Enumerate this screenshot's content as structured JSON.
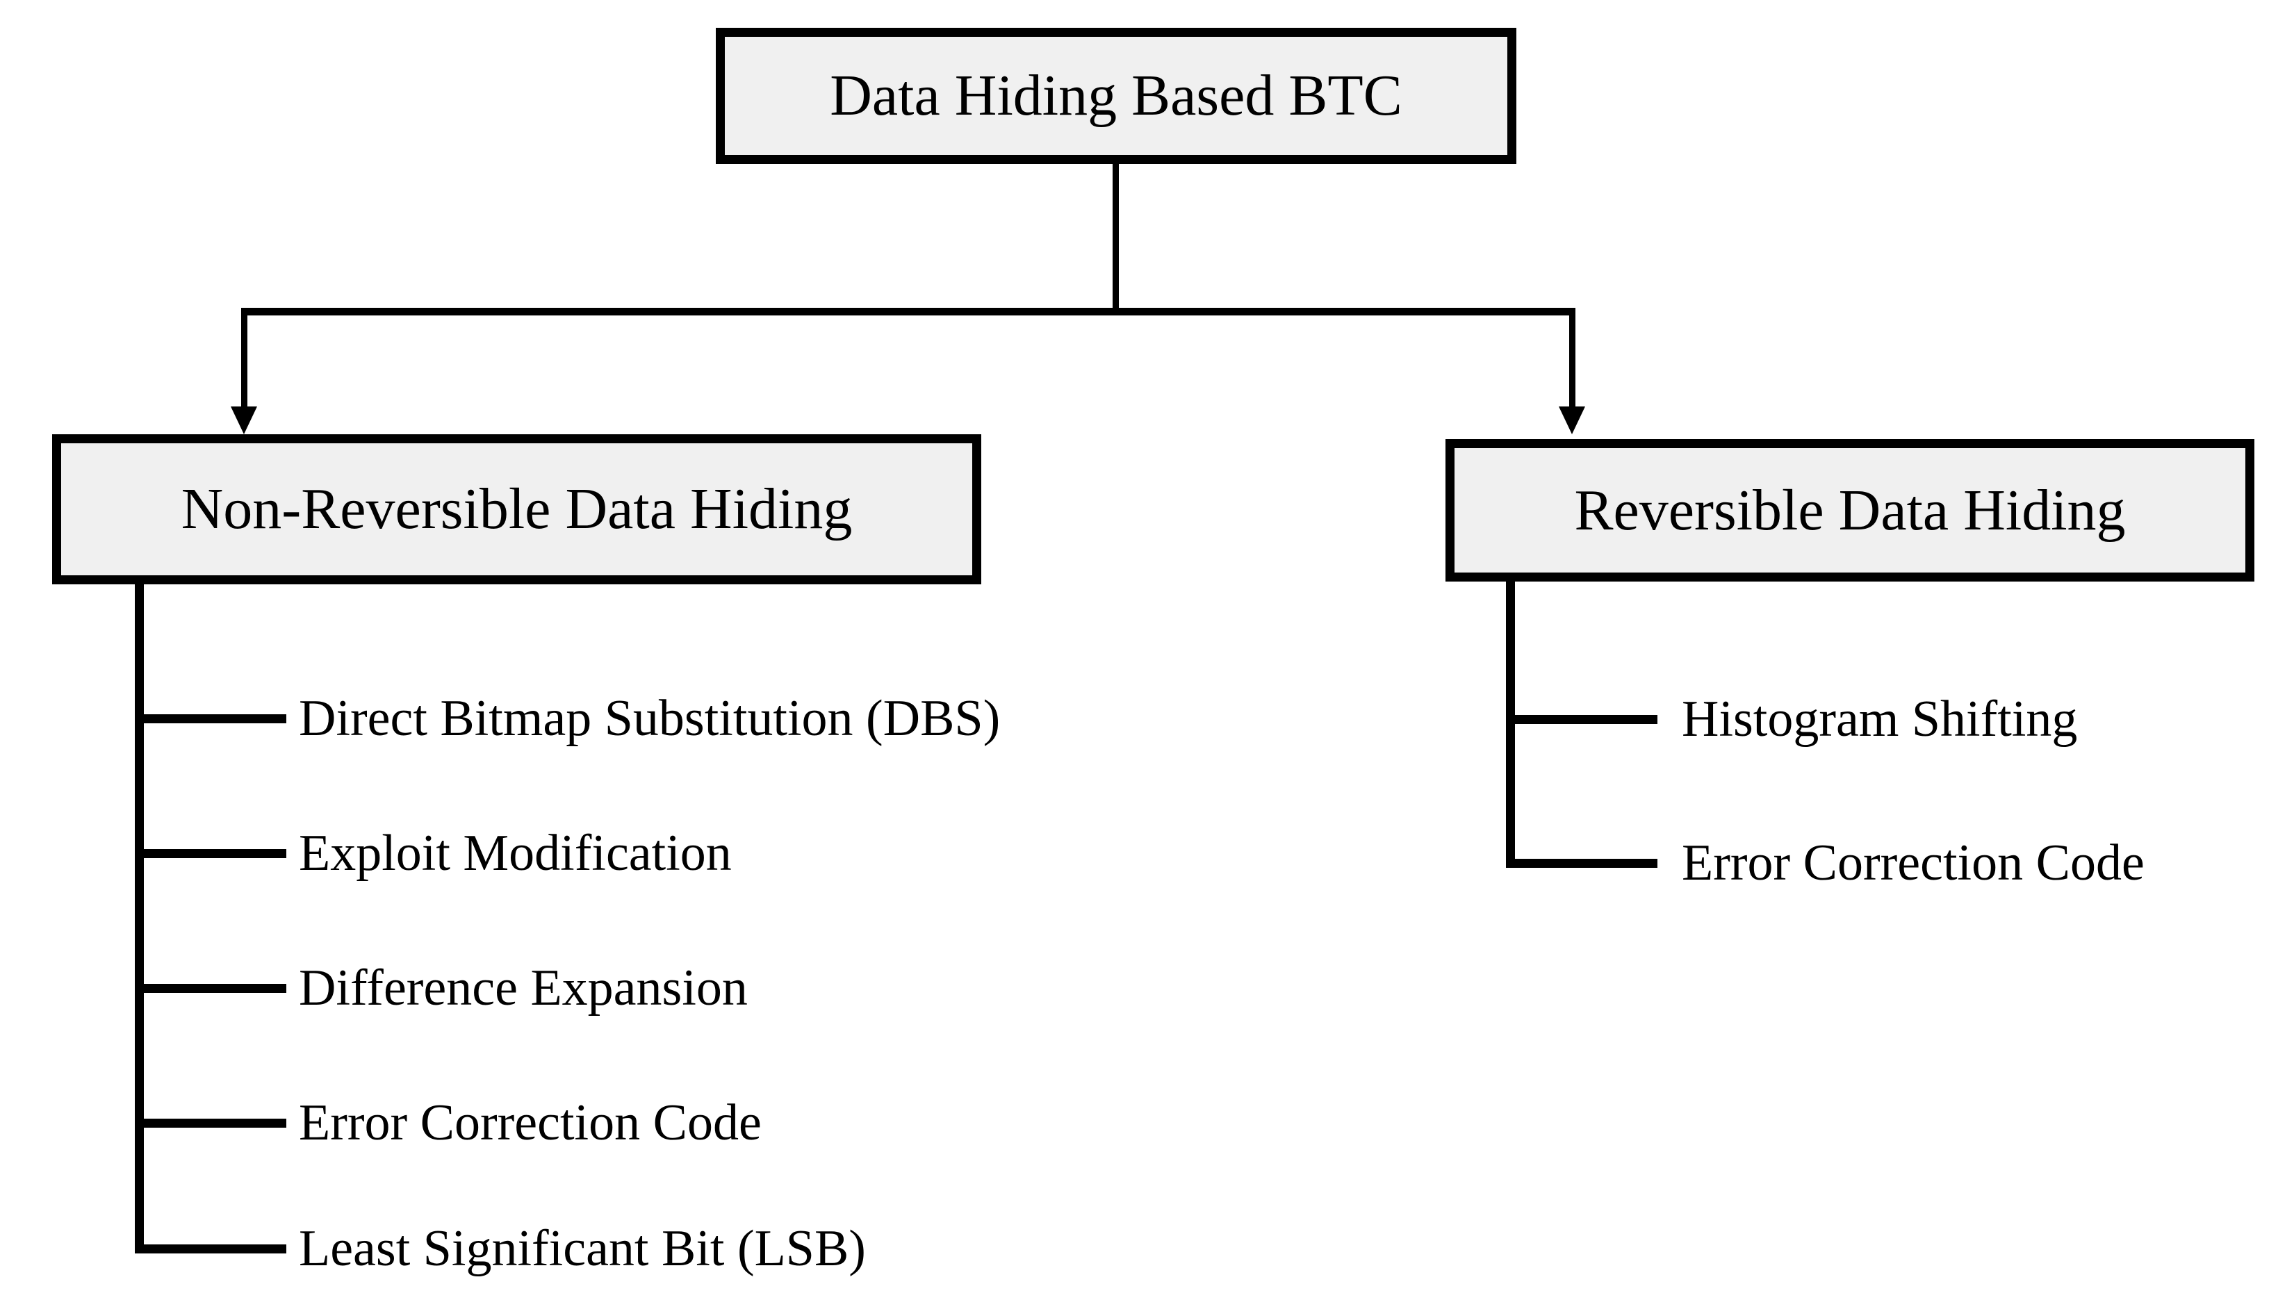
{
  "diagram": {
    "title": "Data Hiding Based BTC",
    "type": "taxonomy-tree",
    "root": {
      "label": "Data Hiding Based BTC"
    },
    "branches": [
      {
        "id": "non-reversible",
        "label": "Non-Reversible Data Hiding",
        "leaves": [
          {
            "label": "Direct Bitmap Substitution (DBS)"
          },
          {
            "label": "Exploit Modification"
          },
          {
            "label": "Difference Expansion"
          },
          {
            "label": "Error Correction Code"
          },
          {
            "label": "Least Significant Bit (LSB)"
          }
        ]
      },
      {
        "id": "reversible",
        "label": "Reversible Data Hiding",
        "leaves": [
          {
            "label": "Histogram Shifting"
          },
          {
            "label": "Error Correction Code"
          }
        ]
      }
    ],
    "colors": {
      "background": "#ffffff",
      "box_fill": "#f0f0f0",
      "stroke": "#000000",
      "text": "#000000"
    }
  }
}
